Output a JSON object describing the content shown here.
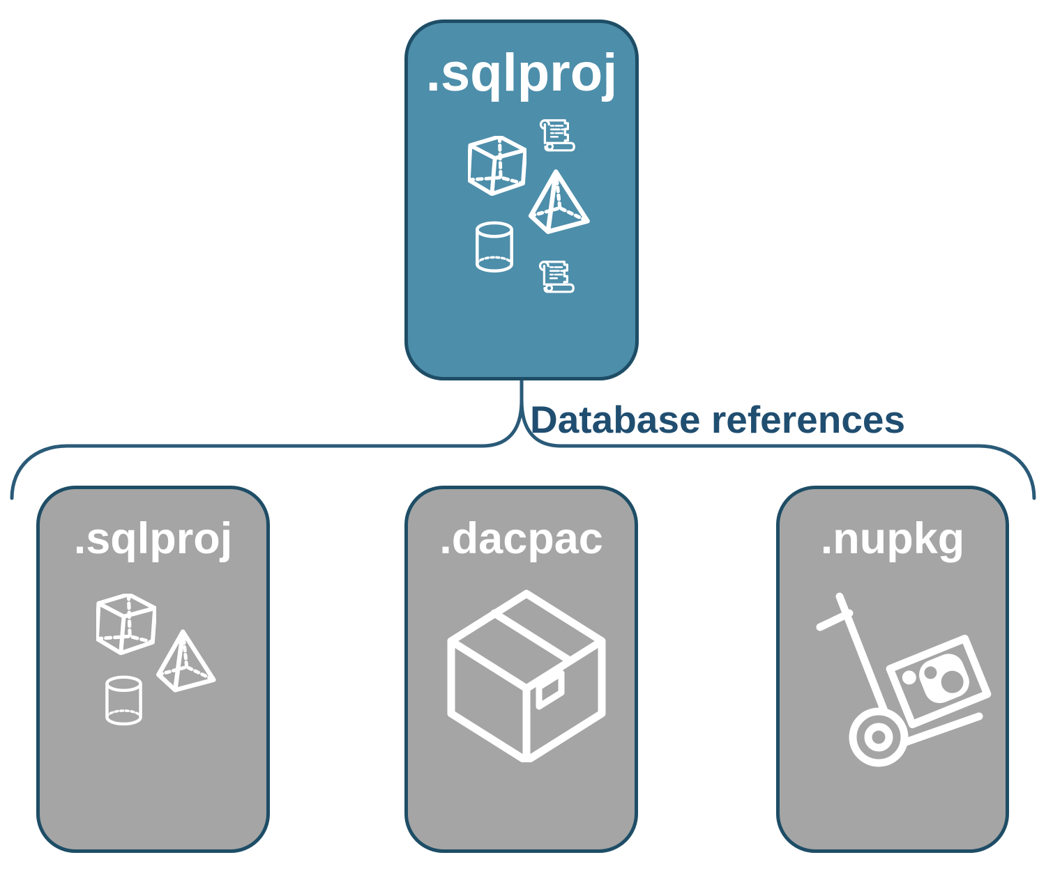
{
  "colors": {
    "teal_fill": "#4D8EAA",
    "gray_fill": "#A5A5A5",
    "border_blue": "#1E4D66",
    "connector_blue": "#2A5A78",
    "label_blue": "#204E70",
    "icon_white": "#FFFFFF"
  },
  "root_node": {
    "label": ".sqlproj",
    "icons": [
      "script-scroll",
      "cube",
      "pyramid",
      "cylinder",
      "script-scroll"
    ]
  },
  "connector": {
    "label": "Database references"
  },
  "child_nodes": [
    {
      "label": ".sqlproj",
      "icons": [
        "cube",
        "pyramid",
        "cylinder"
      ]
    },
    {
      "label": ".dacpac",
      "icons": [
        "package-box"
      ]
    },
    {
      "label": ".nupkg",
      "icons": [
        "hand-truck-package"
      ]
    }
  ]
}
